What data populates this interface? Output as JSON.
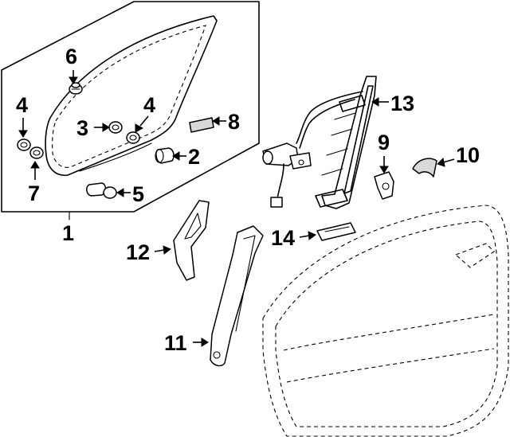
{
  "diagram": {
    "callouts": [
      {
        "id": "1",
        "label": "1"
      },
      {
        "id": "2",
        "label": "2"
      },
      {
        "id": "3",
        "label": "3"
      },
      {
        "id": "4a",
        "label": "4"
      },
      {
        "id": "4b",
        "label": "4"
      },
      {
        "id": "5",
        "label": "5"
      },
      {
        "id": "6",
        "label": "6"
      },
      {
        "id": "7",
        "label": "7"
      },
      {
        "id": "8",
        "label": "8"
      },
      {
        "id": "9",
        "label": "9"
      },
      {
        "id": "10",
        "label": "10"
      },
      {
        "id": "11",
        "label": "11"
      },
      {
        "id": "12",
        "label": "12"
      },
      {
        "id": "13",
        "label": "13"
      },
      {
        "id": "14",
        "label": "14"
      }
    ]
  }
}
